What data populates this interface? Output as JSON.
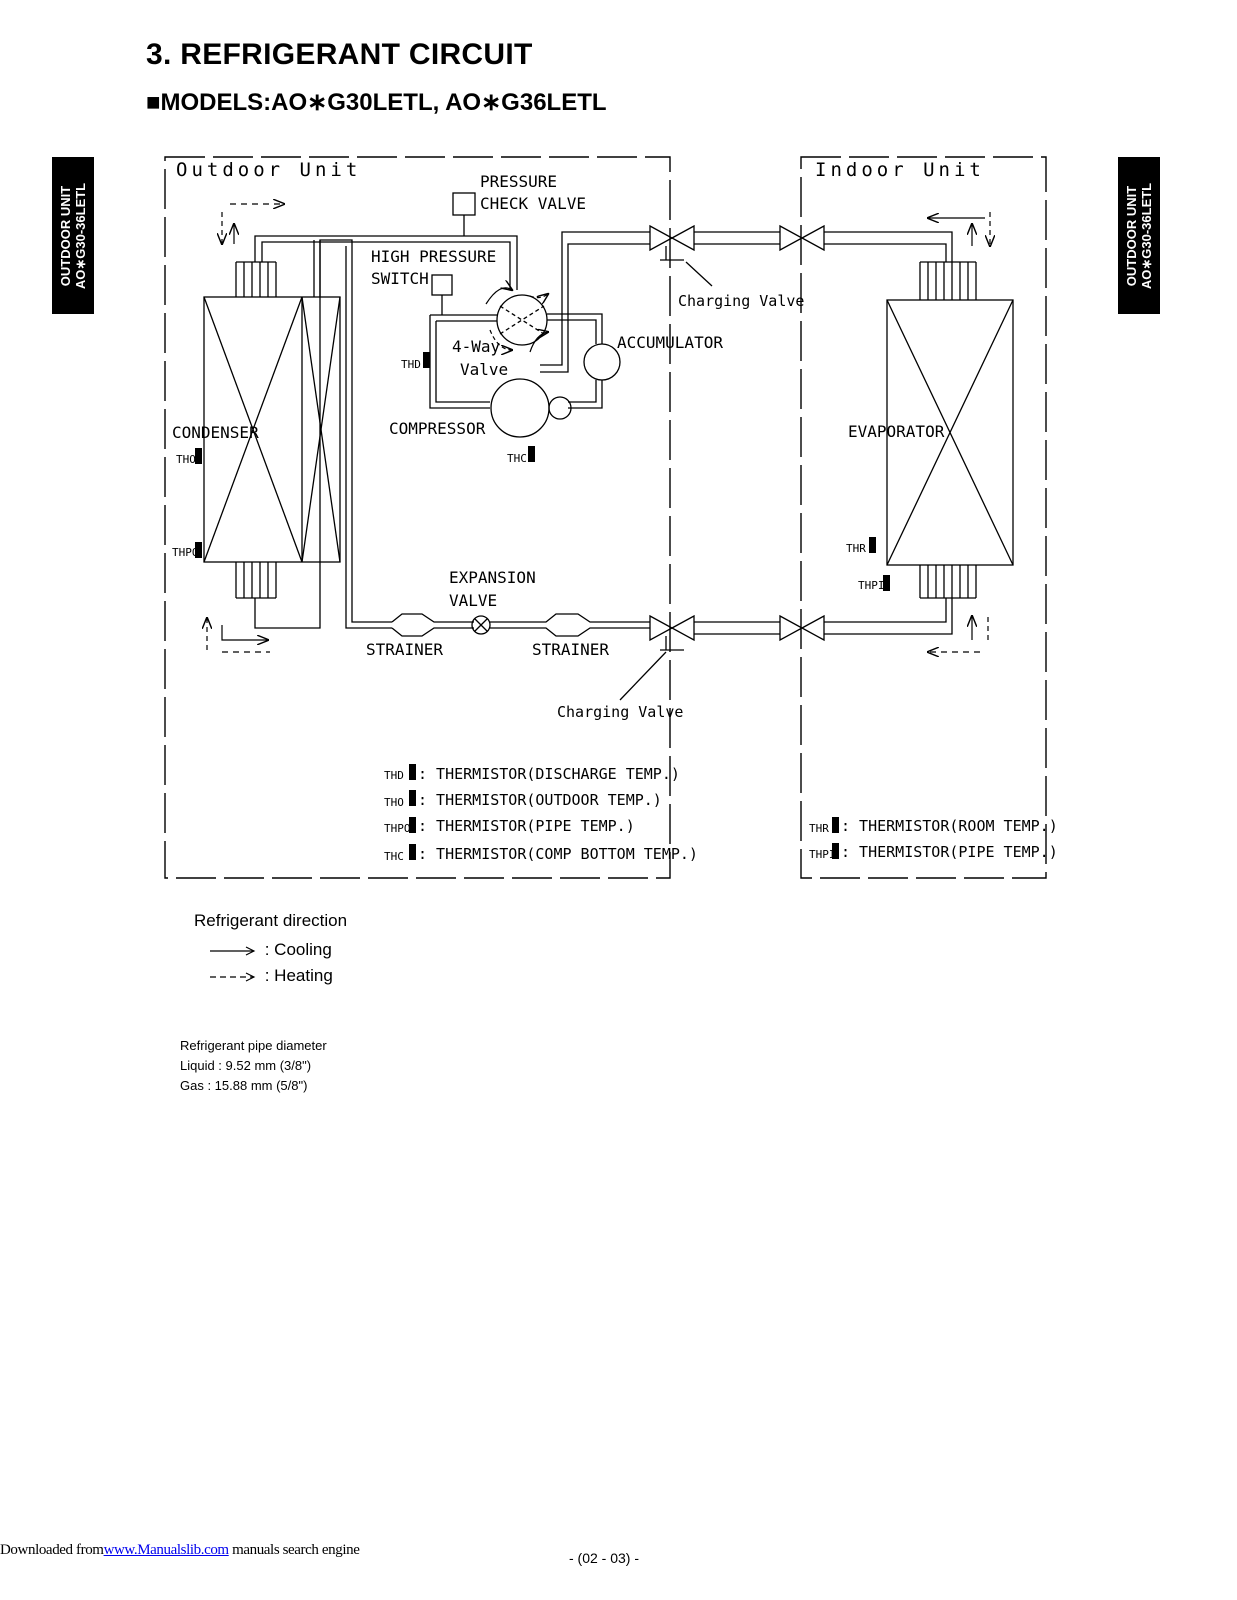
{
  "page": {
    "section_title": "3. REFRIGERANT CIRCUIT",
    "models_title": "■MODELS:AO∗G30LETL, AO∗G36LETL",
    "side_tab": {
      "line1": "OUTDOOR UNIT",
      "line2": "AO∗G30-36LETL"
    }
  },
  "diagram": {
    "outdoor_unit": "Outdoor Unit",
    "indoor_unit": "Indoor Unit",
    "pressure_check_valve": [
      "PRESSURE",
      "CHECK VALVE"
    ],
    "high_pressure_switch": [
      "HIGH PRESSURE",
      "SWITCH"
    ],
    "four_way_valve": [
      "4-Way",
      "Valve"
    ],
    "accumulator": "ACCUMULATOR",
    "compressor": "COMPRESSOR",
    "condenser": "CONDENSER",
    "evaporator": "EVAPORATOR",
    "expansion_valve": [
      "EXPANSION",
      "VALVE"
    ],
    "strainer": "STRAINER",
    "charging_valve": "Charging Valve",
    "sensors": {
      "thd": "THD",
      "tho": "THO",
      "thpo": "THPO",
      "thc": "THC",
      "thr": "THR",
      "thpi": "THPI"
    },
    "outdoor_legend": [
      {
        "code": "THD",
        "text": ": THERMISTOR(DISCHARGE TEMP.)"
      },
      {
        "code": "THO",
        "text": ": THERMISTOR(OUTDOOR TEMP.)"
      },
      {
        "code": "THPO",
        "text": ": THERMISTOR(PIPE TEMP.)"
      },
      {
        "code": "THC",
        "text": ": THERMISTOR(COMP BOTTOM TEMP.)"
      }
    ],
    "indoor_legend": [
      {
        "code": "THR",
        "text": ": THERMISTOR(ROOM TEMP.)"
      },
      {
        "code": "THPI",
        "text": ": THERMISTOR(PIPE TEMP.)"
      }
    ]
  },
  "legend": {
    "title": "Refrigerant direction",
    "cooling": ": Cooling",
    "heating": ": Heating"
  },
  "pipe_diameter": {
    "title": "Refrigerant pipe diameter",
    "liquid": "Liquid : 9.52 mm (3/8\")",
    "gas": "Gas : 15.88 mm (5/8\")"
  },
  "footer": {
    "downloaded_from": "Downloaded from",
    "link": "www.Manualslib.com",
    "tail": " manuals search engine",
    "page_number": "- (02 - 03) -"
  }
}
